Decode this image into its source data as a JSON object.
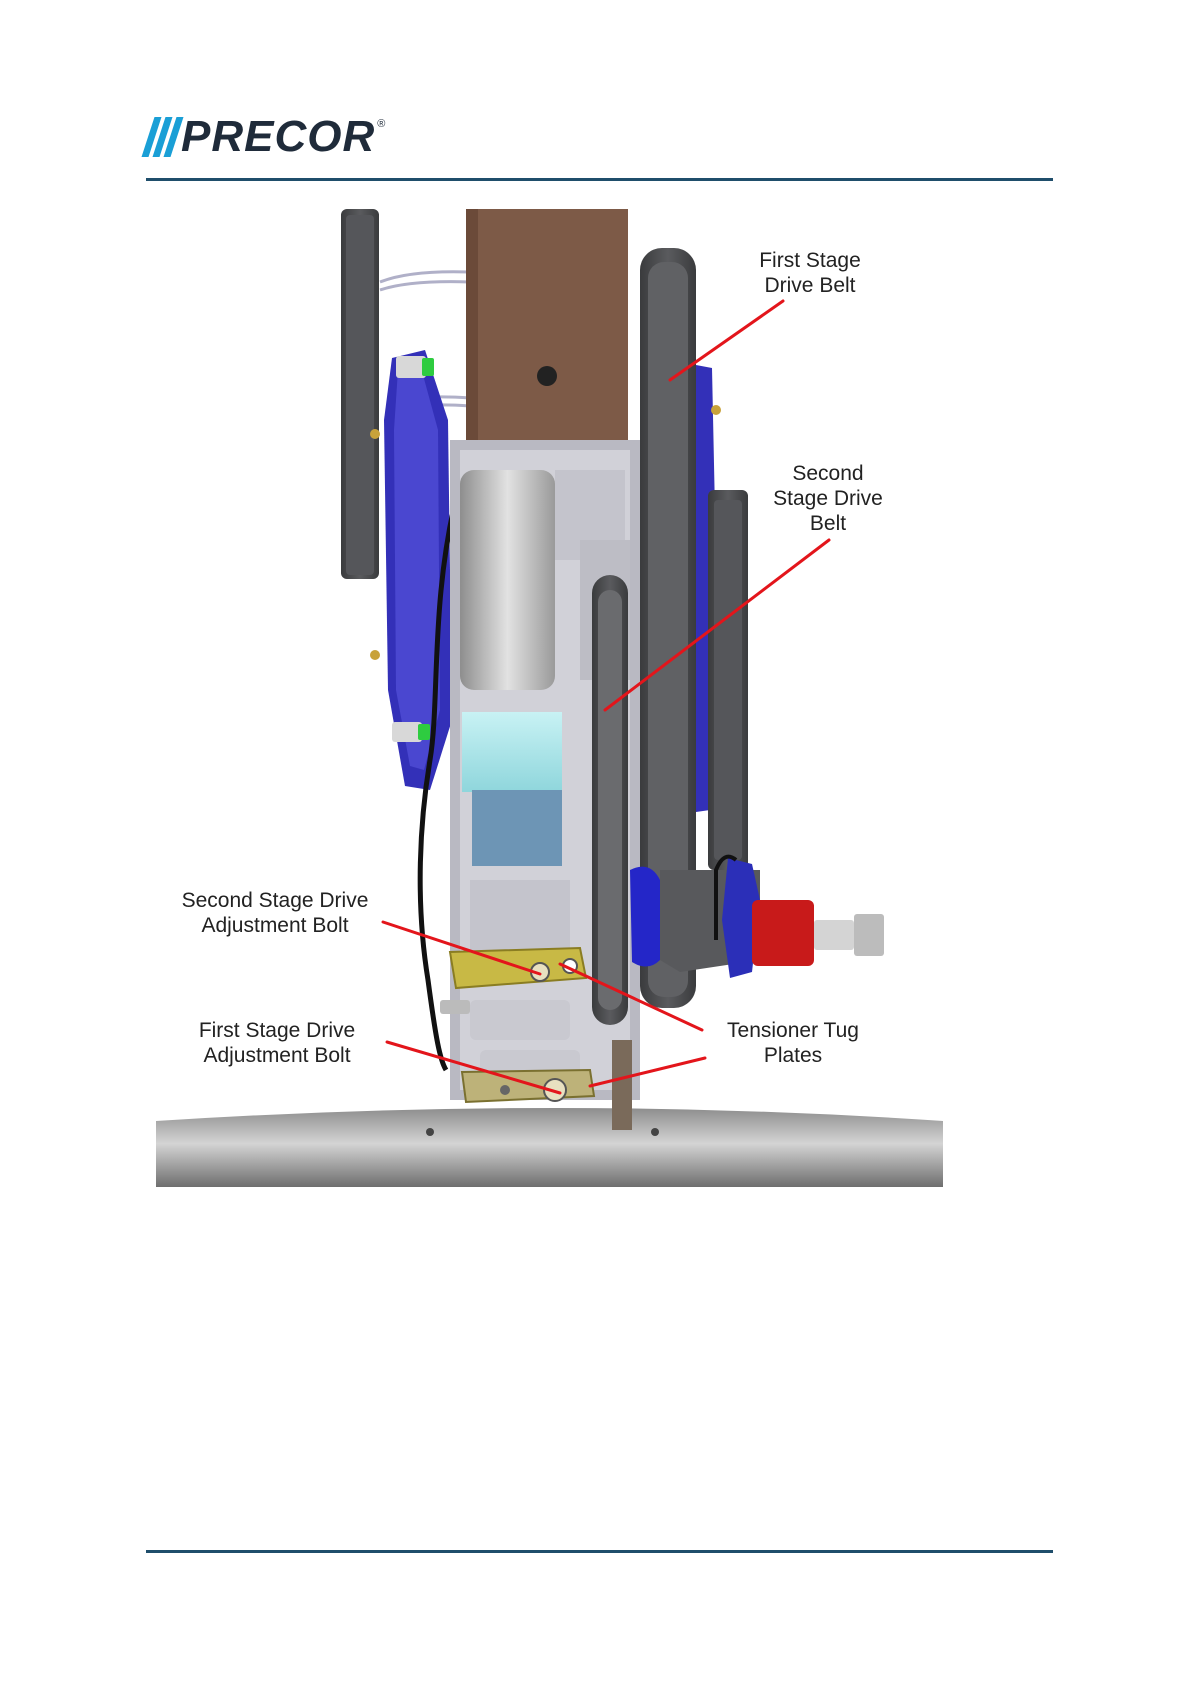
{
  "header": {
    "brand": "PRECOR",
    "registered_mark": "®"
  },
  "figure": {
    "callouts": [
      {
        "id": "first-stage-drive-belt",
        "text": "First Stage\nDrive Belt"
      },
      {
        "id": "second-stage-drive-belt",
        "text": "Second\nStage Drive\nBelt"
      },
      {
        "id": "second-stage-drive-adjustment-bolt",
        "text": "Second Stage Drive\nAdjustment Bolt"
      },
      {
        "id": "first-stage-drive-adjustment-bolt",
        "text": "First Stage Drive\nAdjustment Bolt"
      },
      {
        "id": "tensioner-tug-plates",
        "text": "Tensioner Tug\nPlates"
      }
    ],
    "colors": {
      "leader_line": "#e3151b",
      "drive_belt": "#4a4b4d",
      "upright": "#7d5a47",
      "bracket_blue": "#3330b8",
      "tug_plate": "#c8b945",
      "connector_red": "#c81a1a"
    }
  },
  "footer": {}
}
